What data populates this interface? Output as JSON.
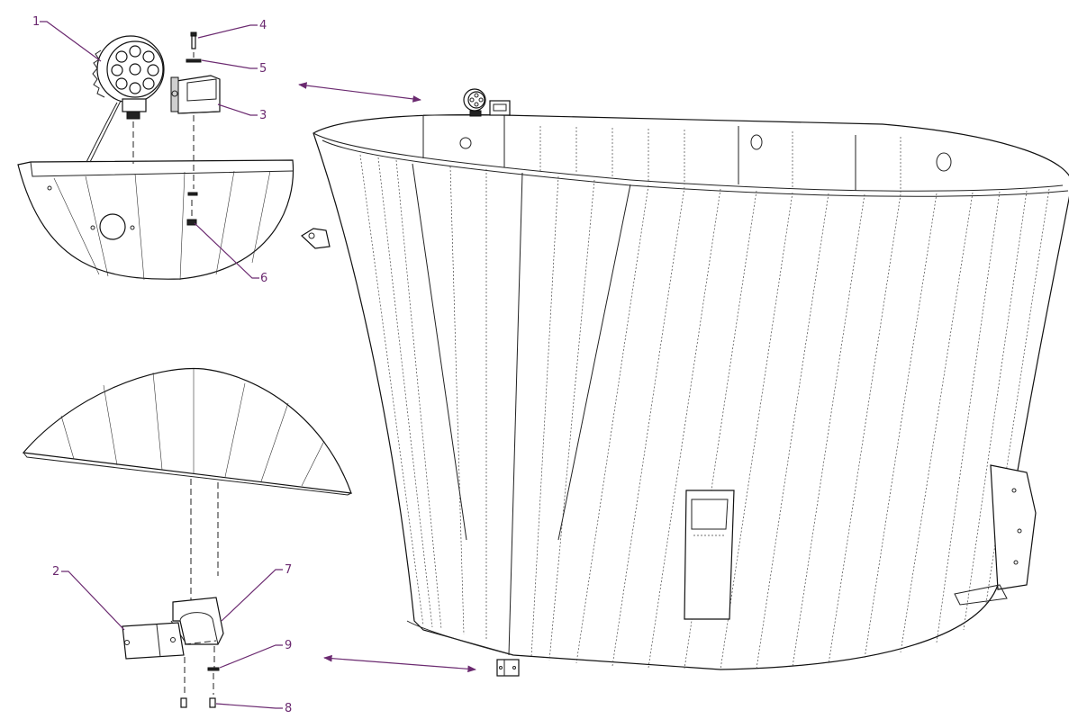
{
  "diagram": {
    "callouts": [
      {
        "id": "callout-1",
        "label": "1"
      },
      {
        "id": "callout-2",
        "label": "2"
      },
      {
        "id": "callout-3",
        "label": "3"
      },
      {
        "id": "callout-4",
        "label": "4"
      },
      {
        "id": "callout-5",
        "label": "5"
      },
      {
        "id": "callout-6",
        "label": "6"
      },
      {
        "id": "callout-7",
        "label": "7"
      },
      {
        "id": "callout-8",
        "label": "8"
      },
      {
        "id": "callout-9",
        "label": "9"
      }
    ],
    "colors": {
      "leader": "#6b2a70",
      "line": "#222222",
      "background": "#ffffff"
    }
  }
}
